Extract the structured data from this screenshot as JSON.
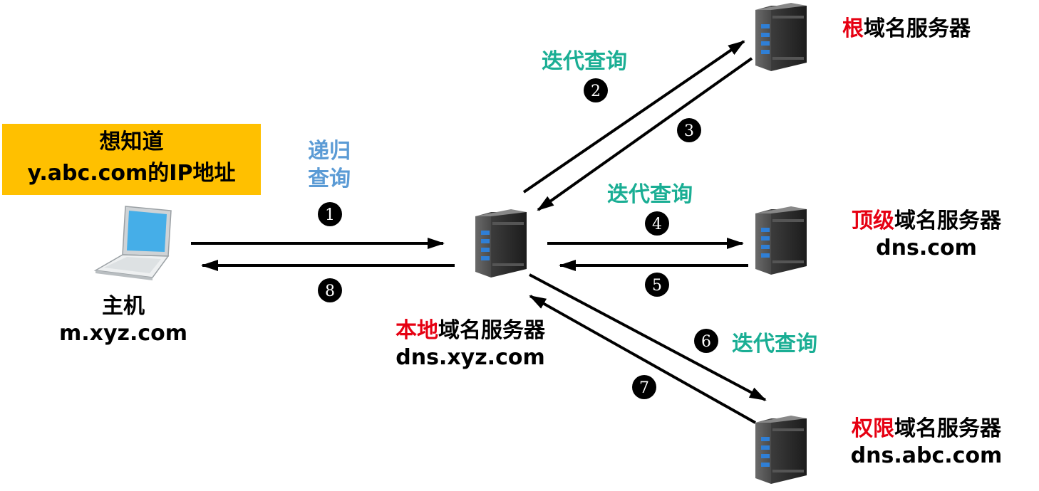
{
  "note": {
    "line1": "想知道",
    "line2": "y.abc.com的IP地址"
  },
  "host": {
    "name": "主机",
    "domain": "m.xyz.com"
  },
  "local_server": {
    "highlight": "本地",
    "suffix": "域名服务器",
    "domain": "dns.xyz.com"
  },
  "root_server": {
    "highlight": "根",
    "suffix": "域名服务器"
  },
  "tld_server": {
    "highlight": "顶级",
    "suffix": "域名服务器",
    "domain": "dns.com"
  },
  "auth_server": {
    "highlight": "权限",
    "suffix": "域名服务器",
    "domain": "dns.abc.com"
  },
  "recursive_query": {
    "line1": "递归",
    "line2": "查询"
  },
  "iterative_query_label": "迭代查询",
  "steps": [
    "1",
    "2",
    "3",
    "4",
    "5",
    "6",
    "7",
    "8"
  ],
  "colors": {
    "highlight": "#e60012",
    "iterative": "#1aae94",
    "recursive": "#5b9bd5",
    "note_bg": "#ffc000"
  }
}
